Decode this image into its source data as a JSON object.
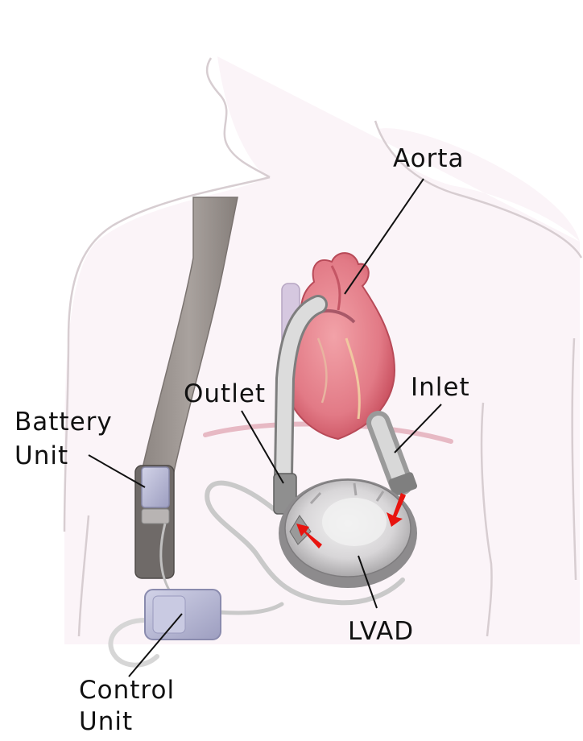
{
  "labels": {
    "aorta": "Aorta",
    "outlet": "Outlet",
    "inlet": "Inlet",
    "battery_line1": "Battery",
    "battery_line2": "Unit",
    "lvad": "LVAD",
    "control_line1": "Control",
    "control_line2": "Unit"
  },
  "colors": {
    "body_outline": "#d9ccd2",
    "skin_tint": "#fbf4f8",
    "strap": "#9b938f",
    "heart": "#e87f8a",
    "heart_dark": "#c8505e",
    "pump": "#c9c7c9",
    "device_blue": "#b9bad4",
    "flow_arrow": "#e8140f",
    "leader_line": "#111111"
  }
}
